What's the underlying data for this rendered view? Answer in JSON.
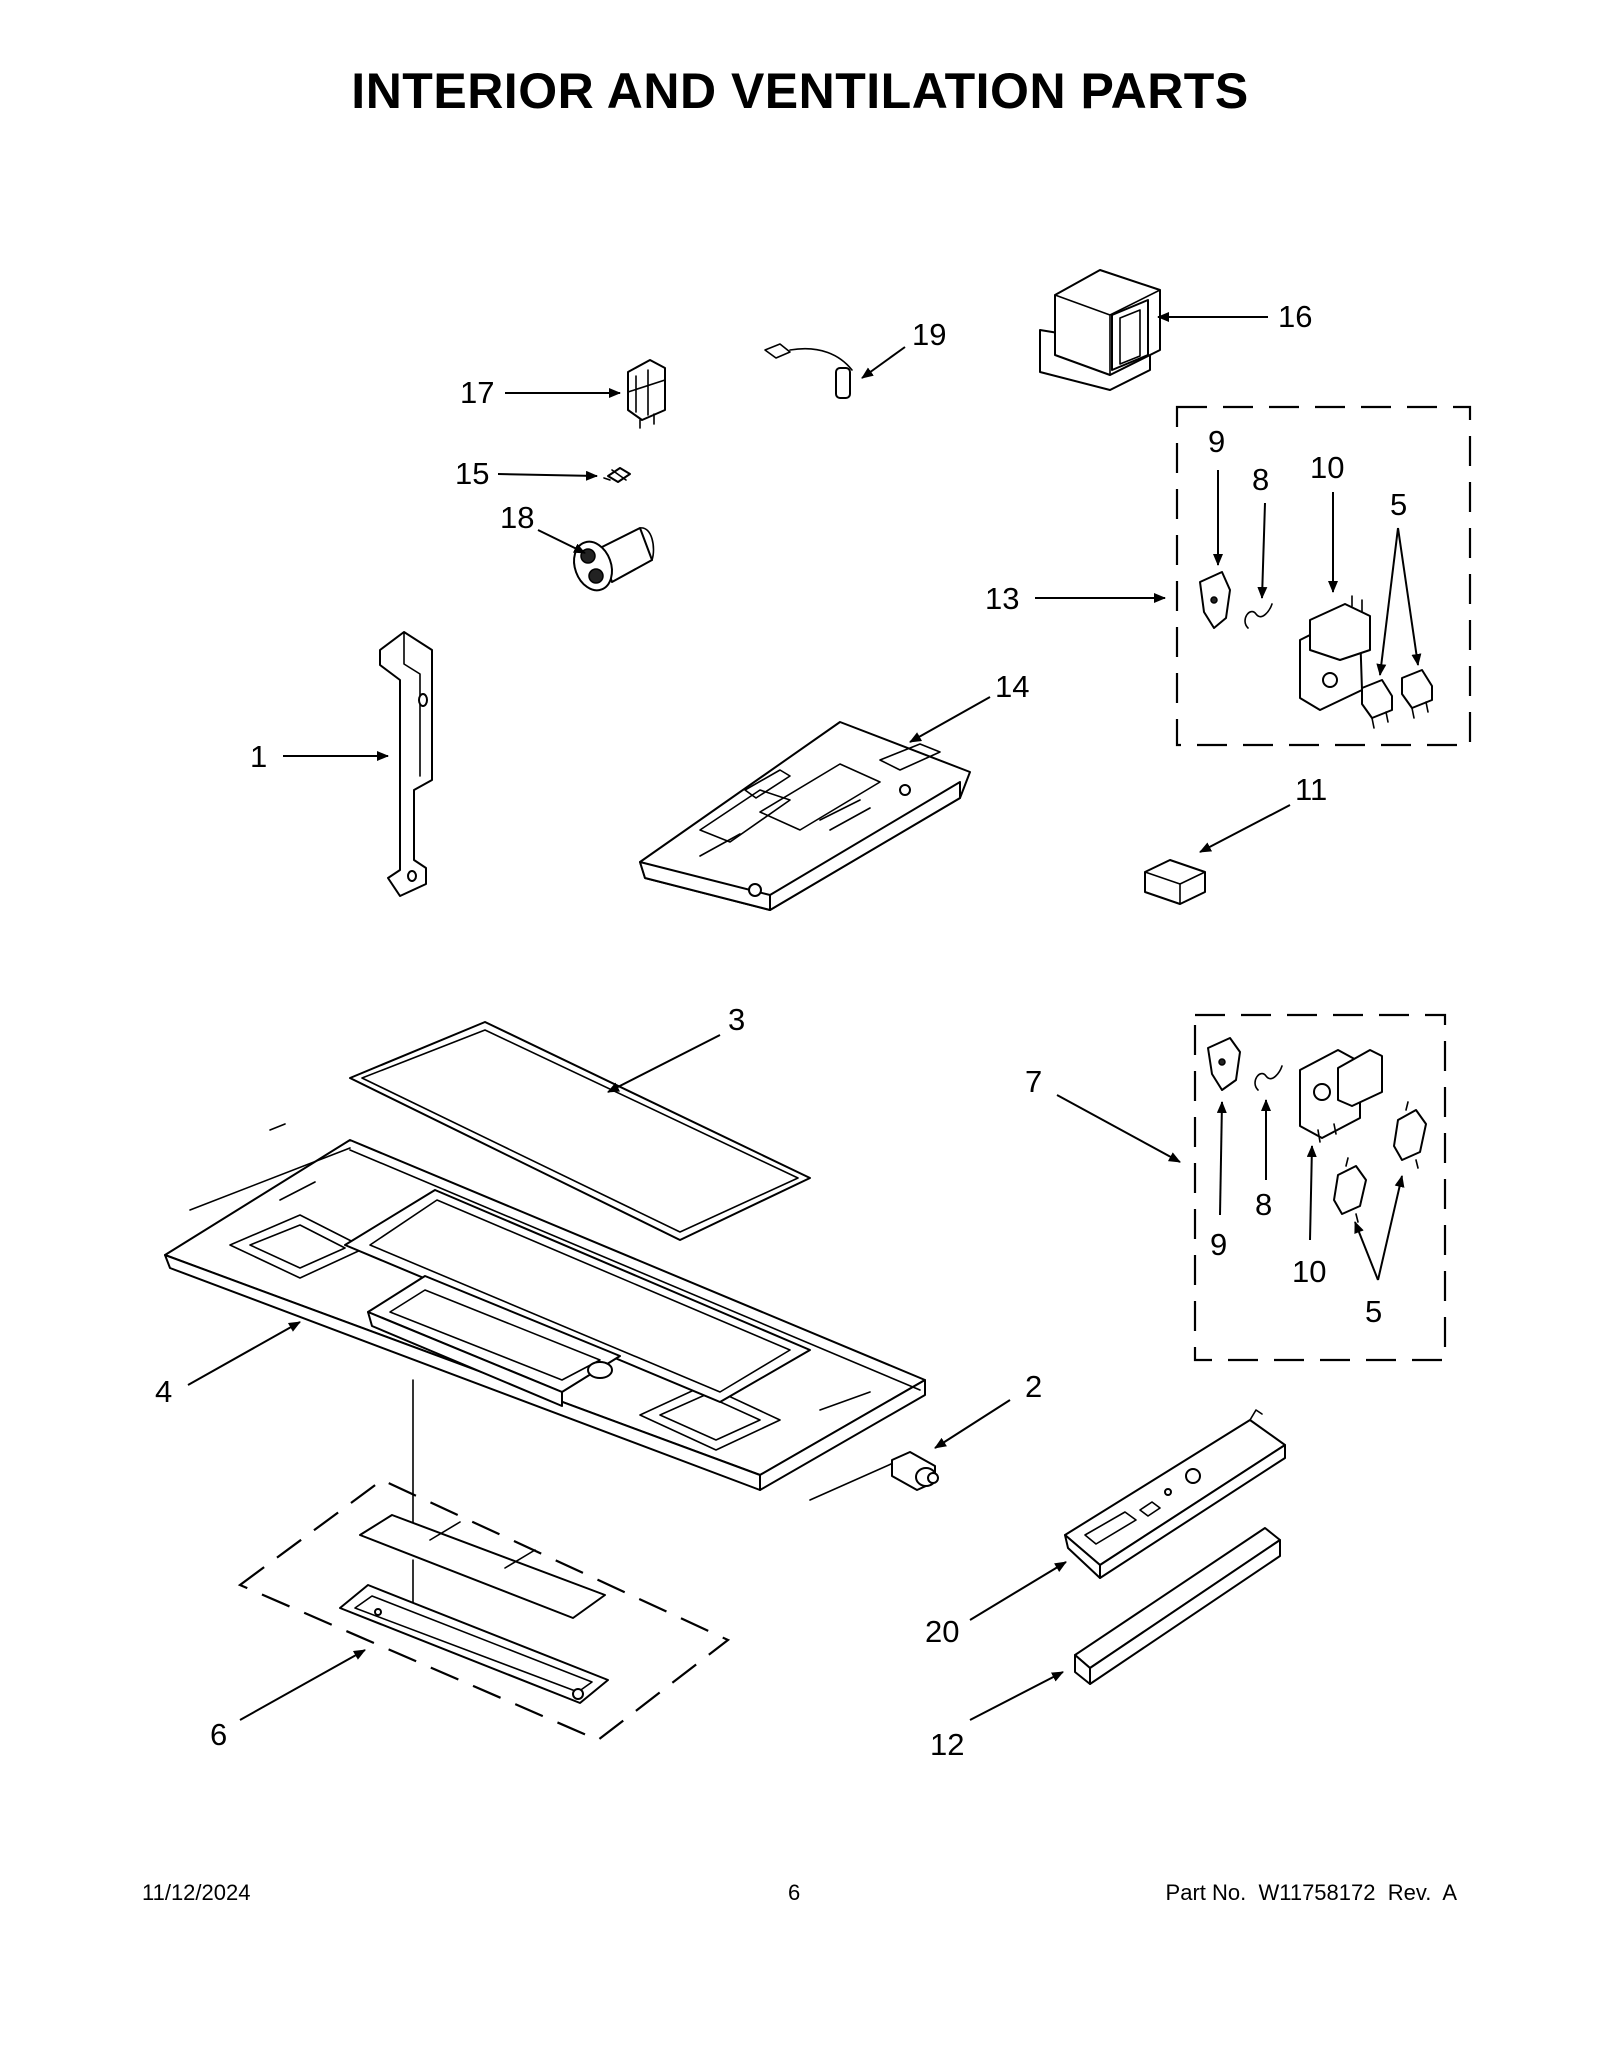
{
  "title": "INTERIOR AND VENTILATION PARTS",
  "callouts": {
    "c1": "1",
    "c2": "2",
    "c3": "3",
    "c4": "4",
    "c5a": "5",
    "c5b": "5",
    "c6": "6",
    "c7": "7",
    "c8a": "8",
    "c8b": "8",
    "c9a": "9",
    "c9b": "9",
    "c10a": "10",
    "c10b": "10",
    "c11": "11",
    "c12": "12",
    "c13": "13",
    "c14": "14",
    "c15": "15",
    "c16": "16",
    "c17": "17",
    "c18": "18",
    "c19": "19",
    "c20": "20"
  },
  "footer": {
    "date": "11/12/2024",
    "page": "6",
    "part_no": "Part No.  W11758172  Rev.  A"
  }
}
